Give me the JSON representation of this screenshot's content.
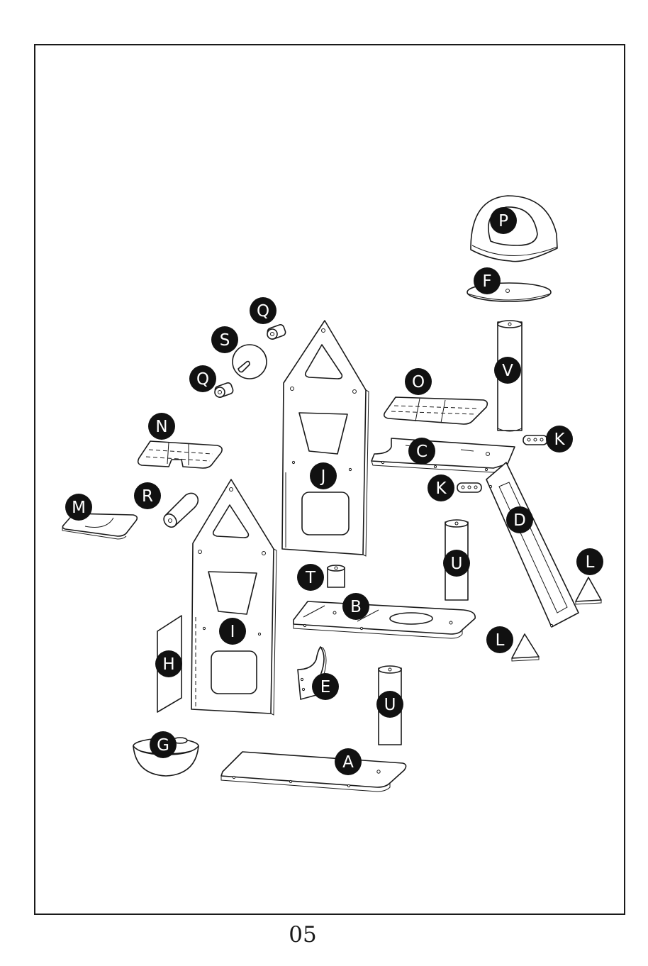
{
  "page_number": "05",
  "labels": {
    "A": "A",
    "B": "B",
    "C": "C",
    "D": "D",
    "E": "E",
    "F": "F",
    "G": "G",
    "H": "H",
    "I": "I",
    "J": "J",
    "K": "K",
    "L": "L",
    "M": "M",
    "N": "N",
    "O": "O",
    "P": "P",
    "Q": "Q",
    "R": "R",
    "S": "S",
    "T": "T",
    "U": "U",
    "V": "V"
  }
}
